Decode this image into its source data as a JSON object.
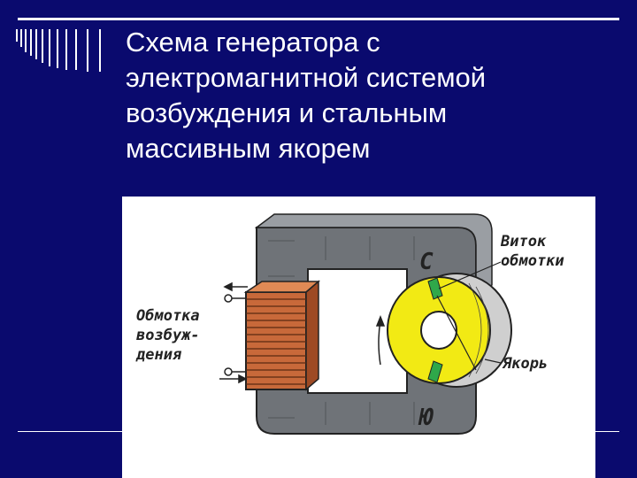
{
  "slide": {
    "title": "Схема генератора с\nэлектромагнитной системой\nвозбуждения и стальным\nмассивным якорем"
  },
  "figure": {
    "labels": {
      "coil_line1": "Обмотка",
      "coil_line2": "возбуж-",
      "coil_line3": "дения",
      "pole_north": "С",
      "pole_south": "Ю",
      "turn_line1": "Виток",
      "turn_line2": "обмотки",
      "armature": "Якорь"
    }
  },
  "colors": {
    "background": "#0a0a6e",
    "text": "#ffffff",
    "core": "#6f7378",
    "coil": "#c8693a",
    "armature": "#f2ea14",
    "turn": "#2fa84a"
  }
}
